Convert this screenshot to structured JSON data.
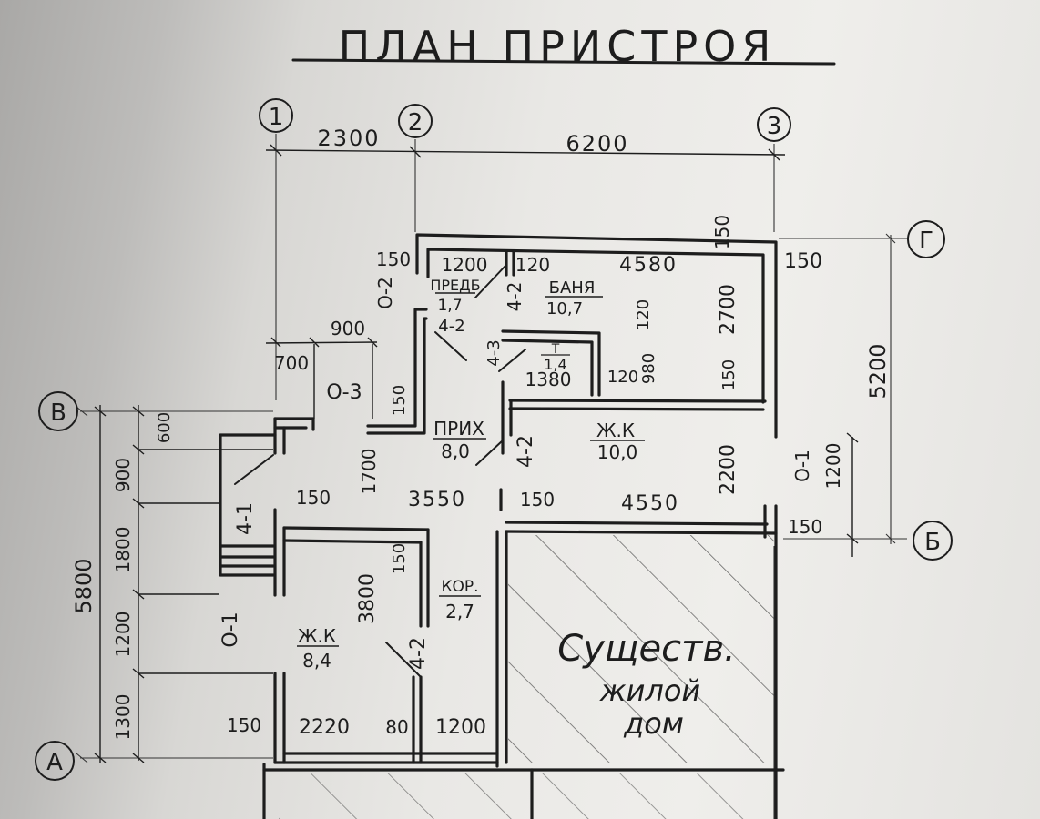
{
  "title": "ПЛАН ПРИСТРОЯ",
  "axes": {
    "a1": "1",
    "a2": "2",
    "a3": "3",
    "ag": "Г",
    "ab": "Б",
    "av": "В",
    "aa": "А"
  },
  "dims": {
    "top_2300": "2300",
    "top_6200": "6200",
    "d150_top": "150",
    "d150_left": "150",
    "d1200": "1200",
    "d120a": "120",
    "d4580": "4580",
    "d150_right": "150",
    "d2700": "2700",
    "d120b": "120",
    "d980": "980",
    "d120c": "120",
    "d150_mid": "150",
    "d1380": "1380",
    "d900": "900",
    "d700": "700",
    "d150_b": "150",
    "d1700": "1700",
    "d3550": "3550",
    "d150_c": "150",
    "d4550": "4550",
    "d150_d": "150",
    "d2200": "2200",
    "d1200_r": "1200",
    "d150_e": "150",
    "d5200": "5200",
    "d5800": "5800",
    "d600": "600",
    "d900_l": "900",
    "d1800": "1800",
    "d1200_l": "1200",
    "d1300": "1300",
    "d3800": "3800",
    "d150_f": "150",
    "d150_g": "150",
    "d2220": "2220",
    "d80": "80",
    "d1200_b": "1200"
  },
  "openings": {
    "o2": "О-2",
    "o3": "О-3",
    "o1_right": "О-1",
    "o1_left": "О-1",
    "d42a": "4-2",
    "d42b": "4-2",
    "d43": "4-3",
    "d42c": "4-2",
    "d41": "4-1",
    "d42d": "4-2"
  },
  "rooms": {
    "predb_name": "ПРЕДБ",
    "predb_area": "1,7",
    "banya_name": "БАНЯ",
    "banya_area": "10,7",
    "t_name": "Т",
    "t_area": "1,4",
    "prih_name": "ПРИХ",
    "prih_area": "8,0",
    "zhk1_name": "Ж.К",
    "zhk1_area": "10,0",
    "kor_name": "КОР.",
    "kor_area": "2,7",
    "zhk2_name": "Ж.К",
    "zhk2_area": "8,4",
    "exist1": "Существ.",
    "exist2": "жилой",
    "exist3": "дом"
  }
}
